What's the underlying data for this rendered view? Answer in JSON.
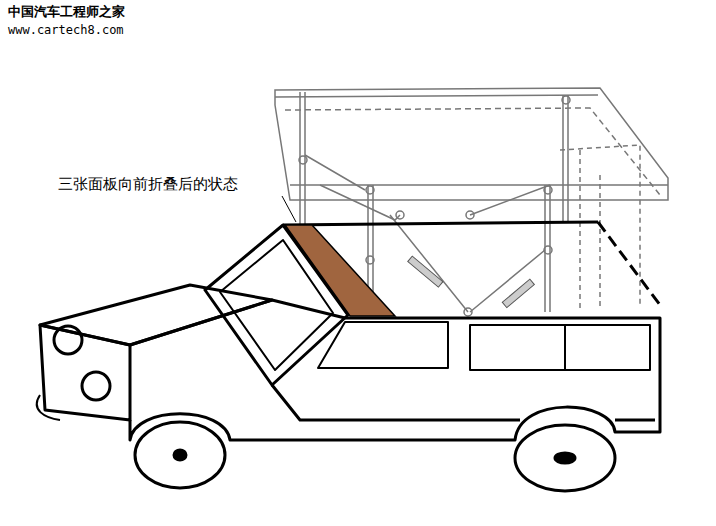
{
  "diagram": {
    "labels": [
      "中国汽车工程师之家",
      "www.cartech8.com",
      "三张面板向前折叠后的状态"
    ]
  }
}
